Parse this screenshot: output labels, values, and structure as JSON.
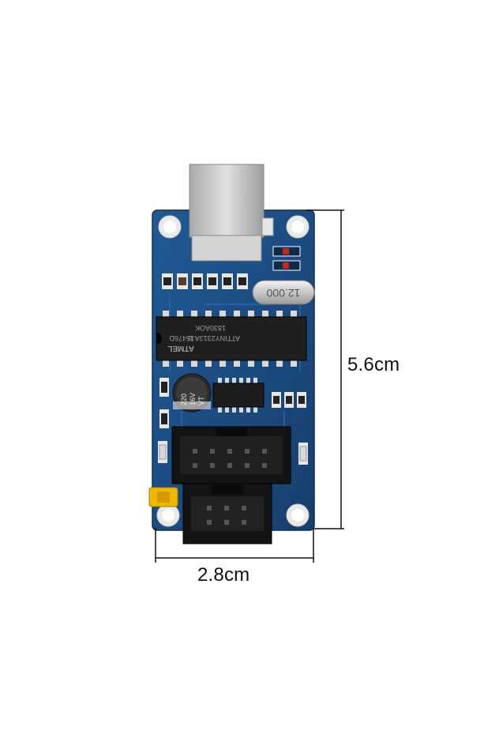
{
  "dimensions": {
    "height_label": "5.6cm",
    "width_label": "2.8cm"
  },
  "board": {
    "crystal_marking": "12.000",
    "chip_brand": "ATMEL",
    "chip_part": "ATTINY2313A U",
    "chip_lot": "35476D",
    "chip_date": "1830AOK",
    "capacitor_marking_1": "220",
    "capacitor_marking_2": "16V",
    "capacitor_marking_3": "VT"
  },
  "colors": {
    "pcb": "#1b4f86",
    "pcb_dark": "#123a66",
    "usb_metal": "#c9c9c9",
    "jumper": "#f2b705",
    "header": "#1a1a1a"
  }
}
